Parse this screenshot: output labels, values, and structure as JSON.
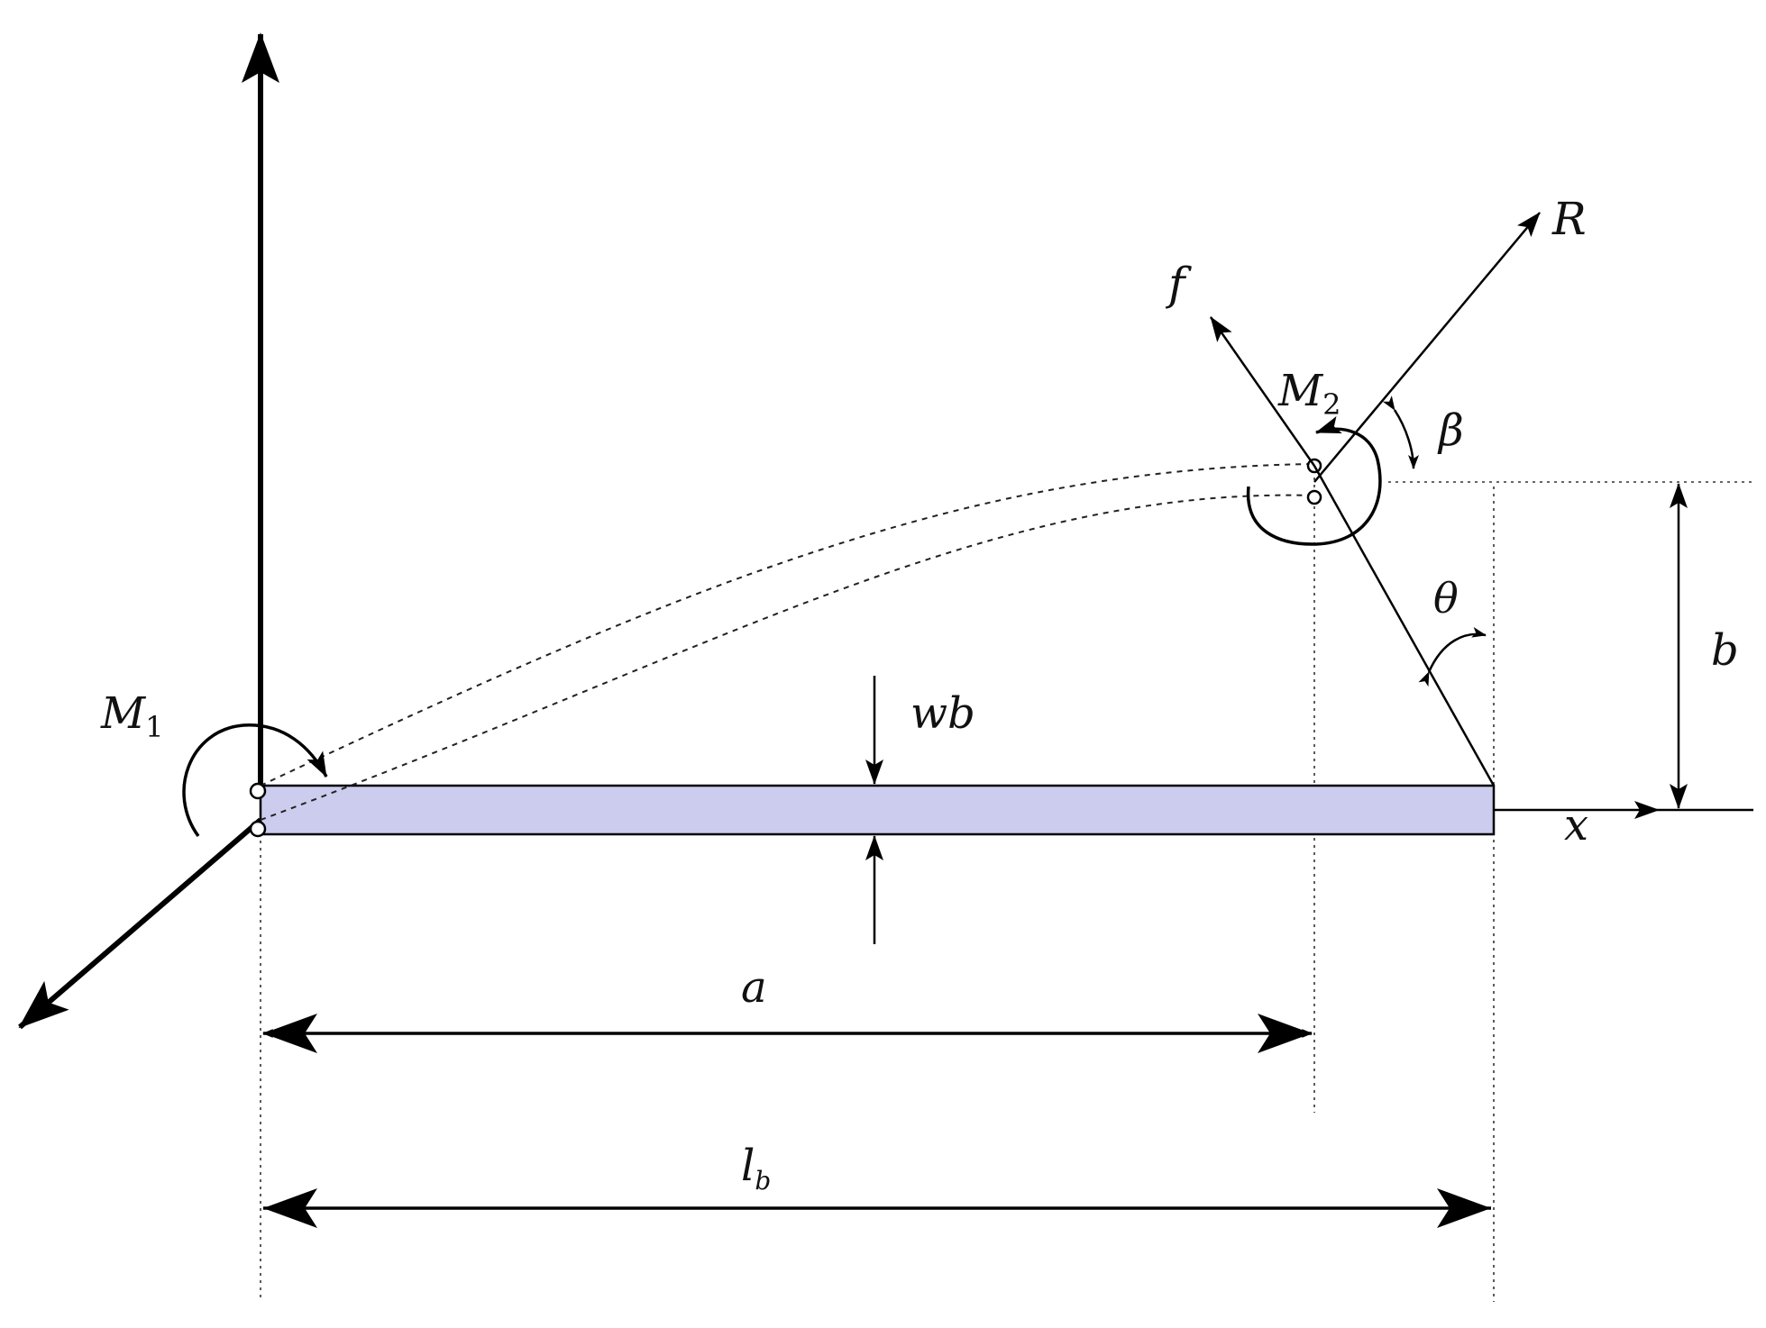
{
  "labels": {
    "M1": "M",
    "M1_sub": "1",
    "M2": "M",
    "M2_sub": "2",
    "f": "f",
    "R": "R",
    "beta": "β",
    "theta": "θ",
    "b": "b",
    "wb": "wb",
    "x": "x",
    "a": "a",
    "lb": "l",
    "lb_sub": "b"
  },
  "colors": {
    "beam_fill": "#ccccee",
    "line": "#000000"
  }
}
